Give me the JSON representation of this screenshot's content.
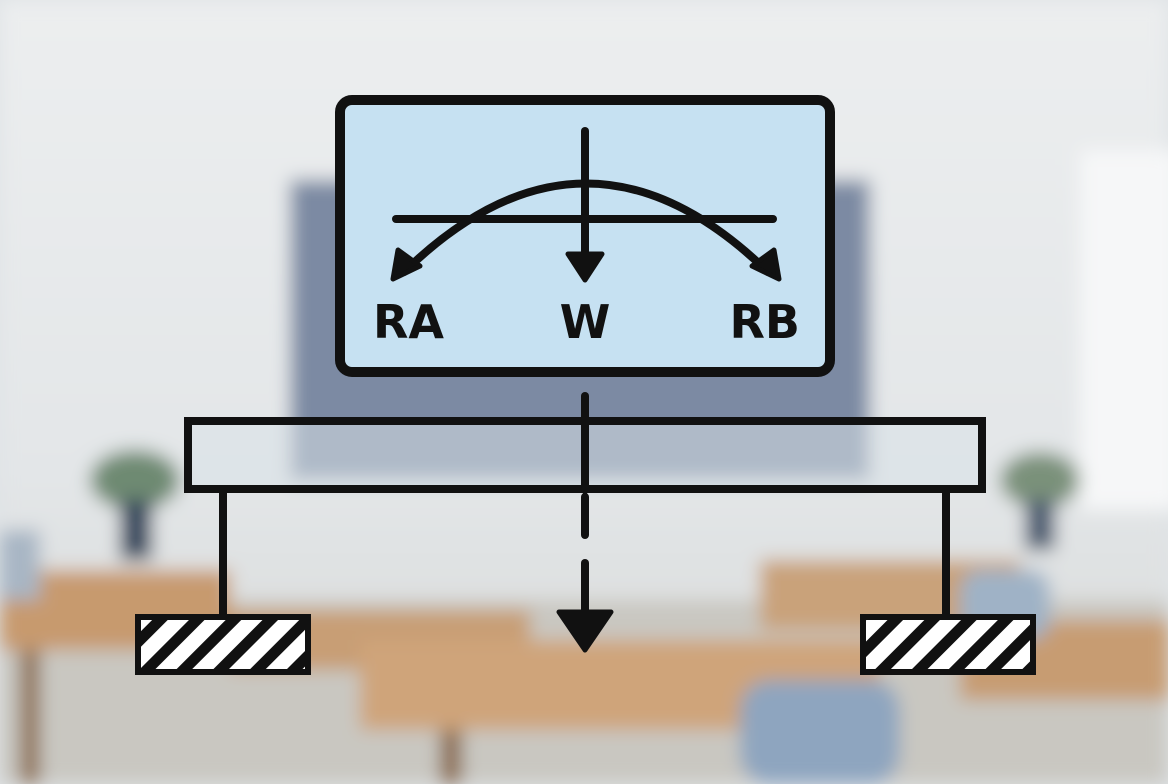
{
  "labels": {
    "left_reaction": "RA",
    "load": "W",
    "right_reaction": "RB"
  },
  "colors": {
    "panel_fill": "#c6e1f2",
    "stroke": "#111111",
    "beam_fill": "#d9e1e8"
  }
}
